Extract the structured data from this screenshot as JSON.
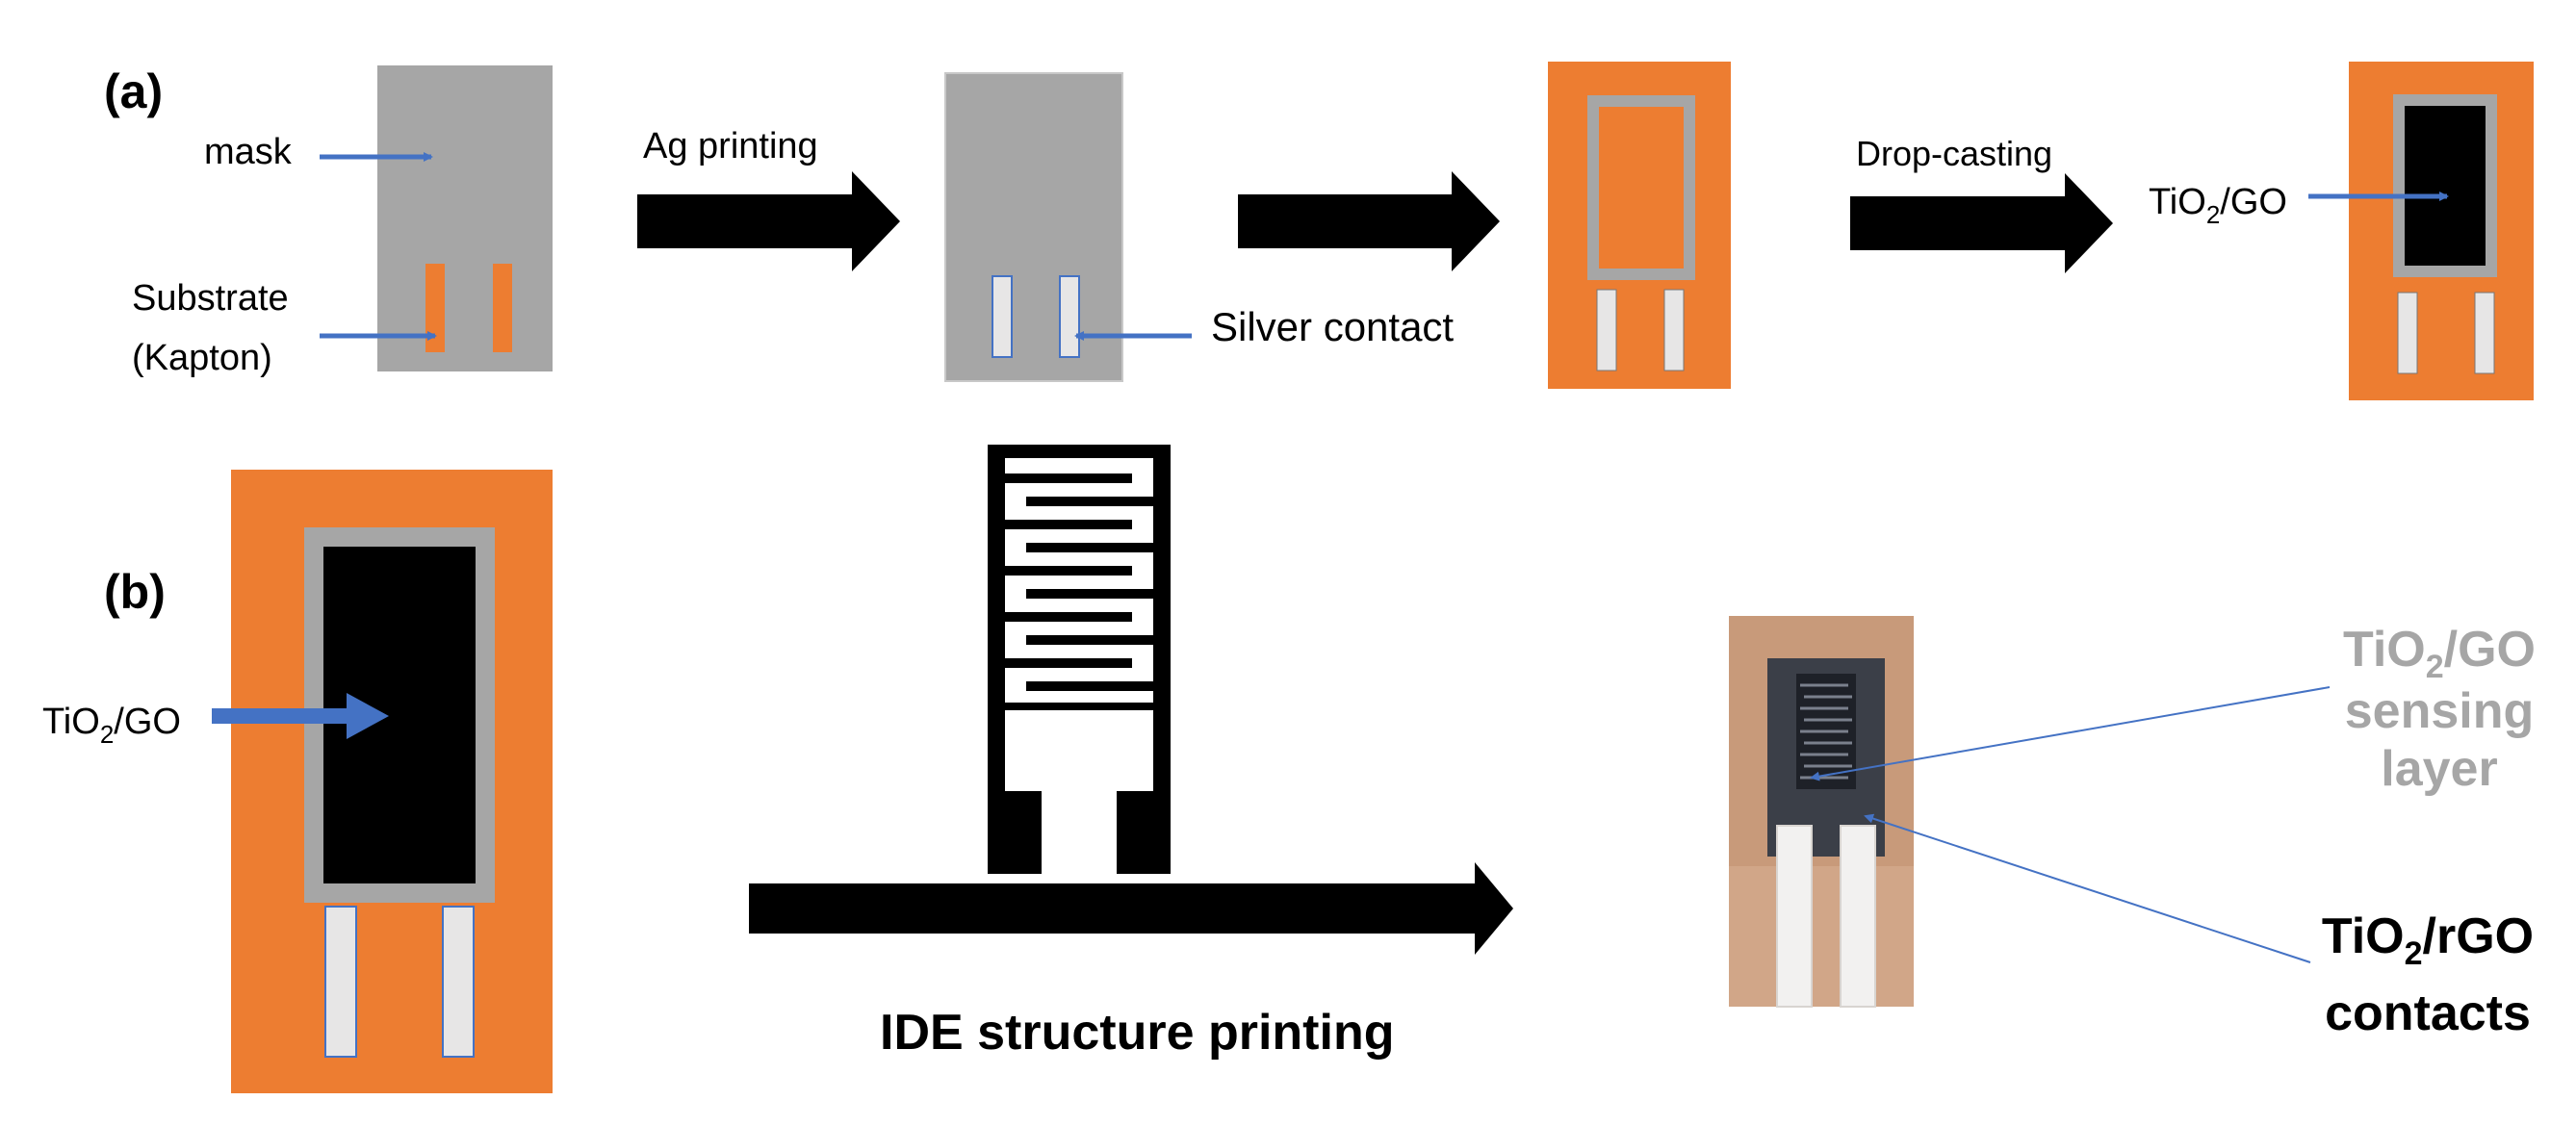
{
  "panels": {
    "a": {
      "label": "(a)"
    },
    "b": {
      "label": "(b)"
    }
  },
  "labels": {
    "mask": "mask",
    "substrate_line1": "Substrate",
    "substrate_line2": "(Kapton)",
    "ag_printing": "Ag printing",
    "silver_contact": "Silver contact",
    "drop_casting": "Drop-casting",
    "tio2_go_a": {
      "base": "TiO",
      "sub": "2",
      "rest": "/GO"
    },
    "tio2_go_b": {
      "base": "TiO",
      "sub": "2",
      "rest": "/GO"
    },
    "ide_printing": "IDE structure printing",
    "sensing_line1": {
      "base": "TiO",
      "sub": "2",
      "rest": "/GO"
    },
    "sensing_line2": "sensing",
    "sensing_line3": "layer",
    "contacts_line1": {
      "base": "TiO",
      "sub": "2",
      "rest": "/rGO"
    },
    "contacts_line2": "contacts"
  },
  "colors": {
    "mask_gray": "#a6a6a6",
    "kapton_orange": "#ed7d31",
    "silver": "#e7e6e6",
    "active_black": "#000000",
    "pointer_blue": "#4472c4",
    "light_gray_text": "#a6a6a6",
    "photo_substrate": "#c89a7a"
  }
}
